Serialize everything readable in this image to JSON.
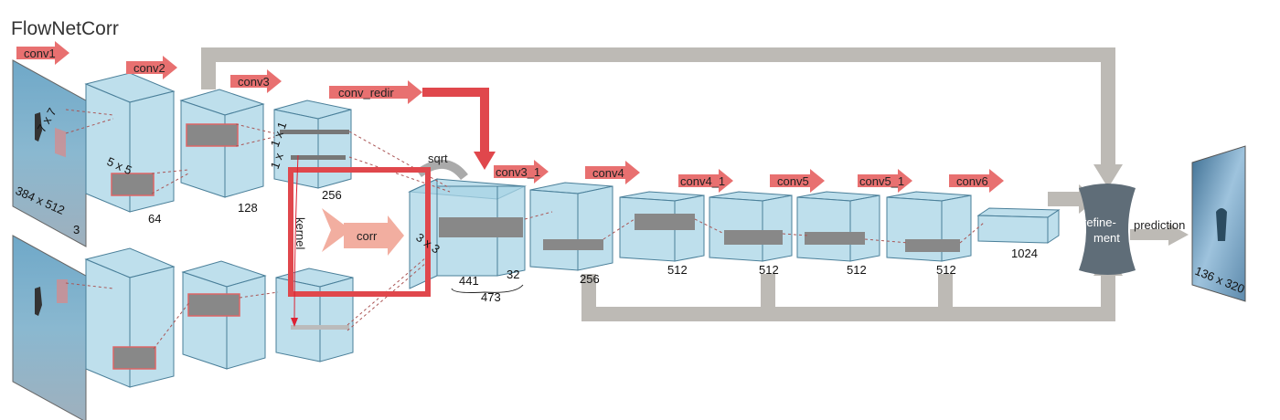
{
  "title": "FlowNetCorr",
  "layers": {
    "conv1": "conv1",
    "conv2": "conv2",
    "conv3": "conv3",
    "conv_redir": "conv_redir",
    "conv3_1": "conv3_1",
    "conv4": "conv4",
    "conv4_1": "conv4_1",
    "conv5": "conv5",
    "conv5_1": "conv5_1",
    "conv6": "conv6",
    "corr": "corr",
    "sqrt": "sqrt",
    "kernel": "kernel",
    "refinement": "refine-",
    "refinement2": "ment",
    "prediction": "prediction"
  },
  "sizes": {
    "input": "384 x 512",
    "input_ch": "3",
    "c2": "64",
    "c3": "128",
    "c3b": "256",
    "k7": "7 x 7",
    "k5": "5 x 5",
    "k1a": "1 x 1",
    "k1b": "1 x",
    "k3": "3 x 3",
    "corr441": "441",
    "redir32": "32",
    "total473": "473",
    "c31": "256",
    "c41": "512",
    "c5": "512",
    "c51": "512",
    "c6a": "512",
    "c6": "1024",
    "output": "136 x 320"
  },
  "colors": {
    "block": "#a8d4e6",
    "arrow_red": "#e87070",
    "highlight": "#e0474c",
    "skip": "#bdbab5",
    "refine": "#5f6d78"
  }
}
